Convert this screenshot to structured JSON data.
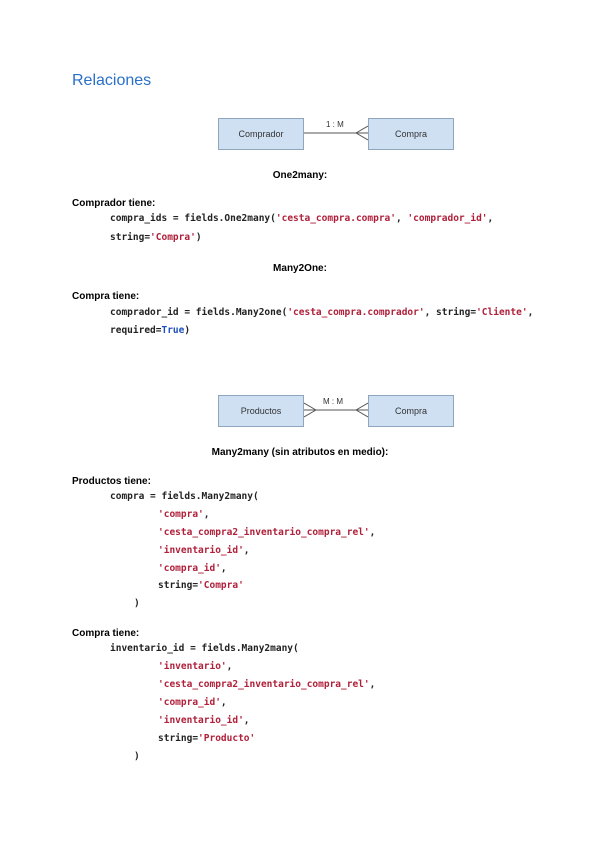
{
  "title": "Relaciones",
  "diagram1": {
    "left_entity": "Comprador",
    "right_entity": "Compra",
    "relation": "1 : M",
    "caption": "One2many:"
  },
  "section1": {
    "label": "Comprador tiene:",
    "line1_a": "compra_ids = fields.One2many(",
    "line1_s1": "'cesta_compra.compra'",
    "line1_sep": ", ",
    "line1_s2": "'comprador_id'",
    "line1_end": ",",
    "line2_a": "string=",
    "line2_s": "'Compra'",
    "line2_end": ")"
  },
  "caption2": "Many2One:",
  "section2": {
    "label": "Compra tiene:",
    "line1_a": "comprador_id = fields.Many2one(",
    "line1_s1": "'cesta_compra.comprador'",
    "line1_sep": ", string=",
    "line1_s2": "'Cliente'",
    "line1_end": ",",
    "line2_a": "required=",
    "line2_kw": "True",
    "line2_end": ")"
  },
  "diagram2": {
    "left_entity": "Productos",
    "right_entity": "Compra",
    "relation": "M : M",
    "caption": "Many2many (sin atributos en medio):"
  },
  "section3": {
    "label": "Productos tiene:",
    "head": "compra = fields.Many2many(",
    "args": [
      "'compra'",
      "'cesta_compra2_inventario_compra_rel'",
      "'inventario_id'",
      "'compra_id'"
    ],
    "comma": ",",
    "string_a": "string=",
    "string_s": "'Compra'",
    "close": ")"
  },
  "section4": {
    "label": "Compra tiene:",
    "head": "inventario_id = fields.Many2many(",
    "args": [
      "'inventario'",
      "'cesta_compra2_inventario_compra_rel'",
      "'compra_id'",
      "'inventario_id'"
    ],
    "comma": ",",
    "string_a": "string=",
    "string_s": "'Producto'",
    "close": ")"
  }
}
